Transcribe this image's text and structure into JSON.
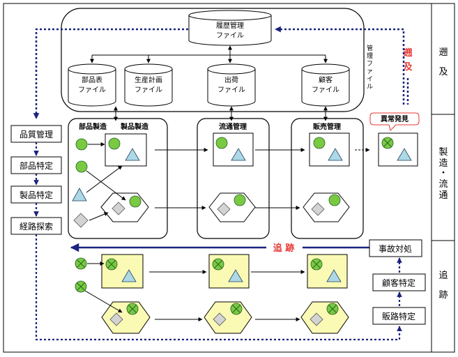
{
  "sections": {
    "top": "遡　及",
    "middle": "製造・流通",
    "bottom": "追　跡"
  },
  "databases": {
    "history": [
      "履歴管理",
      "ファイル"
    ],
    "parts": [
      "部品表",
      "ファイル"
    ],
    "production": [
      "生産計画",
      "ファイル"
    ],
    "shipping": [
      "出荷",
      "ファイル"
    ],
    "customer": [
      "顧客",
      "ファイル"
    ]
  },
  "management_label": "管理ファイル",
  "stages": {
    "parts_manufacturing": "部品製造",
    "product_manufacturing": "製品製造",
    "distribution": "流通管理",
    "sales": "販売管理"
  },
  "left_steps": [
    "品質管理",
    "部品特定",
    "製品特定",
    "経路探索"
  ],
  "right_steps": [
    "事故対処",
    "顧客特定",
    "販路特定"
  ],
  "anomaly_label": "異常発見",
  "backtrack_label": "遡及",
  "trace_label": "追跡",
  "colors": {
    "green": "#7ac943",
    "triangle": "#add8e6",
    "diamond": "#d3d3d3",
    "yellow": "#fafab4",
    "navy": "#1a237e",
    "red": "#e53935"
  }
}
